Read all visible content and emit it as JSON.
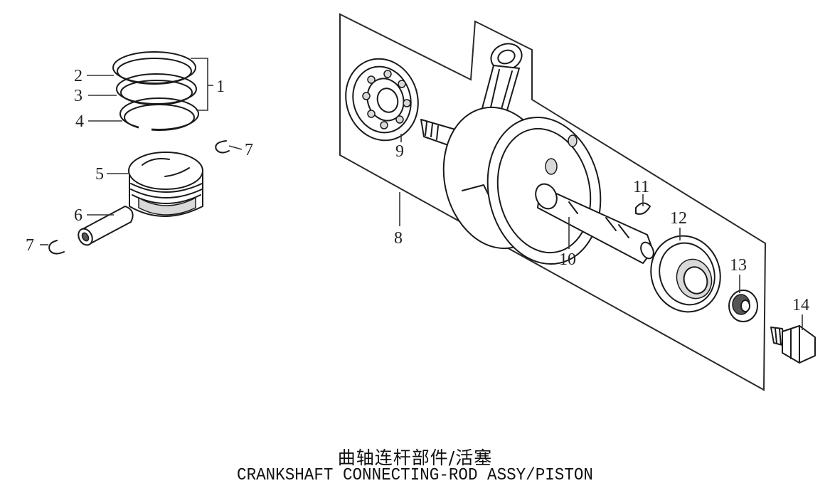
{
  "title": {
    "cn": "曲轴连杆部件/活塞",
    "en": "CRANKSHAFT CONNECTING-ROD ASSY/PISTON"
  },
  "callouts": {
    "c1": "1",
    "c2": "2",
    "c3": "3",
    "c4": "4",
    "c5": "5",
    "c6": "6",
    "c7a": "7",
    "c7b": "7",
    "c8": "8",
    "c9": "9",
    "c10": "10",
    "c11": "11",
    "c12": "12",
    "c13": "13",
    "c14": "14"
  }
}
